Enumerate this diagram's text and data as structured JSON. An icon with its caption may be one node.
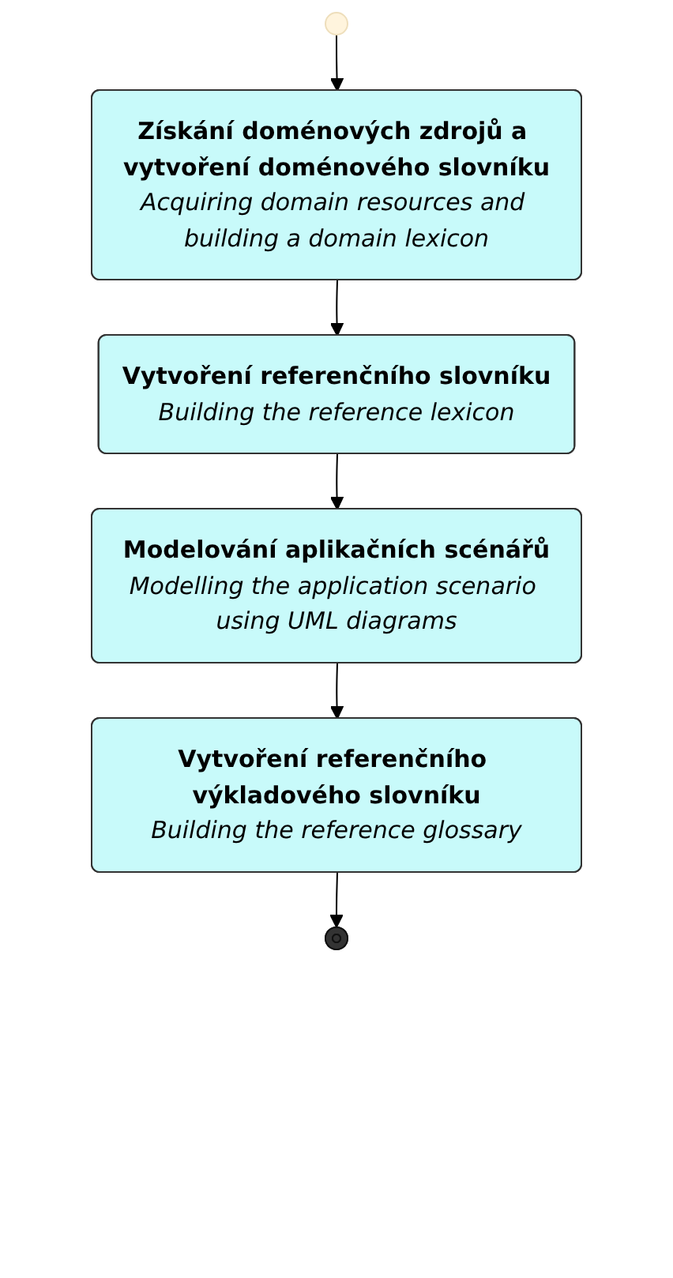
{
  "diagram": {
    "nodes": [
      {
        "text": [],
        "shape": "circle"
      },
      {
        "text": [
          "Získání doménových zdrojů a vytvoření doménového slovníku",
          "Acquiring domain resources and building a domain lexicon"
        ]
      },
      {
        "text": [
          "Vytvoření referenčního slovníku",
          "Building the reference lexicon"
        ]
      },
      {
        "text": [
          "Modelování aplikačních scénářů",
          "Modelling the application scenario using UML diagrams"
        ]
      },
      {
        "text": [
          "Vytvoření referenčního výkladového slovníku",
          "Building the reference glossary"
        ]
      },
      {
        "text": [],
        "shape": "bullseye"
      }
    ],
    "edges": [
      {
        "from": 0,
        "to": 1,
        "arrow": "to"
      },
      {
        "from": 1,
        "to": 2,
        "arrow": "to"
      },
      {
        "from": 2,
        "to": 3,
        "arrow": "to"
      },
      {
        "from": 3,
        "to": 4,
        "arrow": "to"
      },
      {
        "from": 4,
        "to": 5,
        "arrow": "to"
      }
    ]
  }
}
